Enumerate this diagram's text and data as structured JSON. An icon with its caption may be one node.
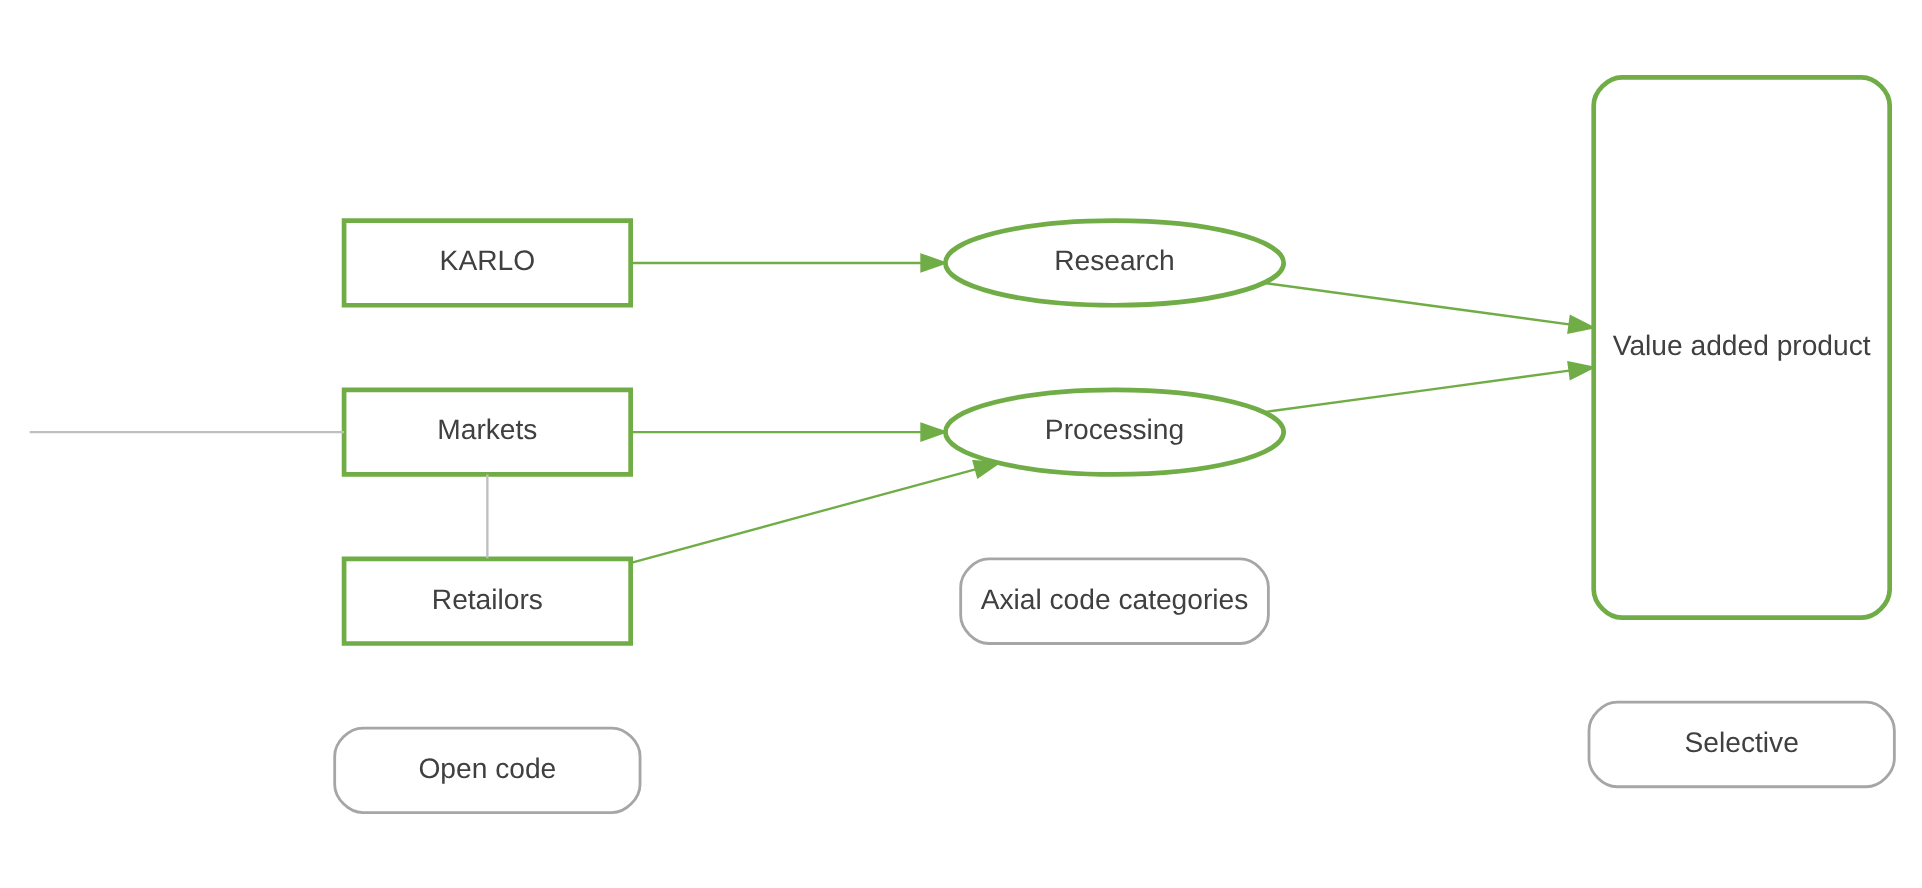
{
  "diagram": {
    "nodes": [
      {
        "text": [
          "Open code"
        ]
      },
      {
        "text": [
          "Axial code categories"
        ]
      },
      {
        "text": [
          "Selective"
        ]
      },
      {
        "text": [
          "KARLO"
        ]
      },
      {
        "text": [
          "Research"
        ]
      },
      {
        "text": [
          "Value added product"
        ]
      },
      {
        "text": [
          "Markets"
        ]
      },
      {
        "text": [
          "Processing"
        ]
      },
      {
        "text": [
          "Retailors"
        ]
      }
    ],
    "edges": [
      {
        "from": 3,
        "to": 4,
        "arrow": "to"
      },
      {
        "from": 4,
        "to": 5,
        "arrow": "to"
      },
      {
        "from": 6,
        "to": 7,
        "arrow": "to"
      },
      {
        "from": 8,
        "to": 7,
        "arrow": "to"
      },
      {
        "from": 7,
        "to": 5,
        "arrow": "to"
      },
      {
        "from": 6,
        "to": 8,
        "arrow": "none",
        "color": "#bfbfbf"
      },
      {
        "from": null,
        "to": 6,
        "arrow": "none",
        "color": "#bfbfbf"
      }
    ]
  }
}
